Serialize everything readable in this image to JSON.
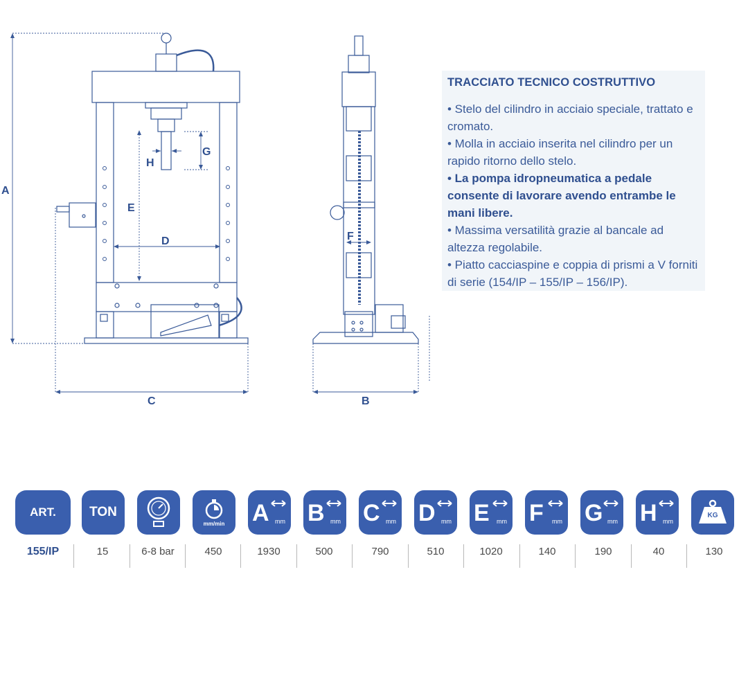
{
  "drawing": {
    "labels": {
      "A": "A",
      "B": "B",
      "C": "C",
      "D": "D",
      "E": "E",
      "F": "F",
      "G": "G",
      "H": "H"
    }
  },
  "panel": {
    "title": "TRACCIATO TECNICO COSTRUTTIVO",
    "bullets": [
      {
        "text": "• Stelo del cilindro in acciaio speciale, trattato e cromato.",
        "bold": false
      },
      {
        "text": "• Molla in acciaio inserita nel cilindro per un rapido ritorno dello stelo.",
        "bold": false
      },
      {
        "text": "• La pompa idropneumatica a pedale consente di lavorare avendo entrambe le mani libere.",
        "bold": true
      },
      {
        "text": "• Massima versatilità grazie al bancale ad altezza regolabile.",
        "bold": false
      },
      {
        "text": "• Piatto cacciaspine e coppia di prismi a V forniti di serie (154/IP – 155/IP – 156/IP).",
        "bold": false
      }
    ]
  },
  "specs": {
    "headers": {
      "art": "ART.",
      "ton": "TON",
      "pressure_icon": "pressure-gauge-icon",
      "speed_icon": "stopwatch-icon",
      "speed_unit": "mm/min",
      "dim_unit": "mm",
      "weight_icon": "weight-icon",
      "weight_unit": "KG",
      "letters": [
        "A",
        "B",
        "C",
        "D",
        "E",
        "F",
        "G",
        "H"
      ]
    },
    "values": [
      "155/IP",
      "15",
      "6-8 bar",
      "450",
      "1930",
      "500",
      "790",
      "510",
      "1020",
      "140",
      "190",
      "40",
      "130"
    ]
  },
  "colors": {
    "brand": "#3a5fae",
    "line": "#3a5a98",
    "panel_bg": "#f1f5f9"
  }
}
